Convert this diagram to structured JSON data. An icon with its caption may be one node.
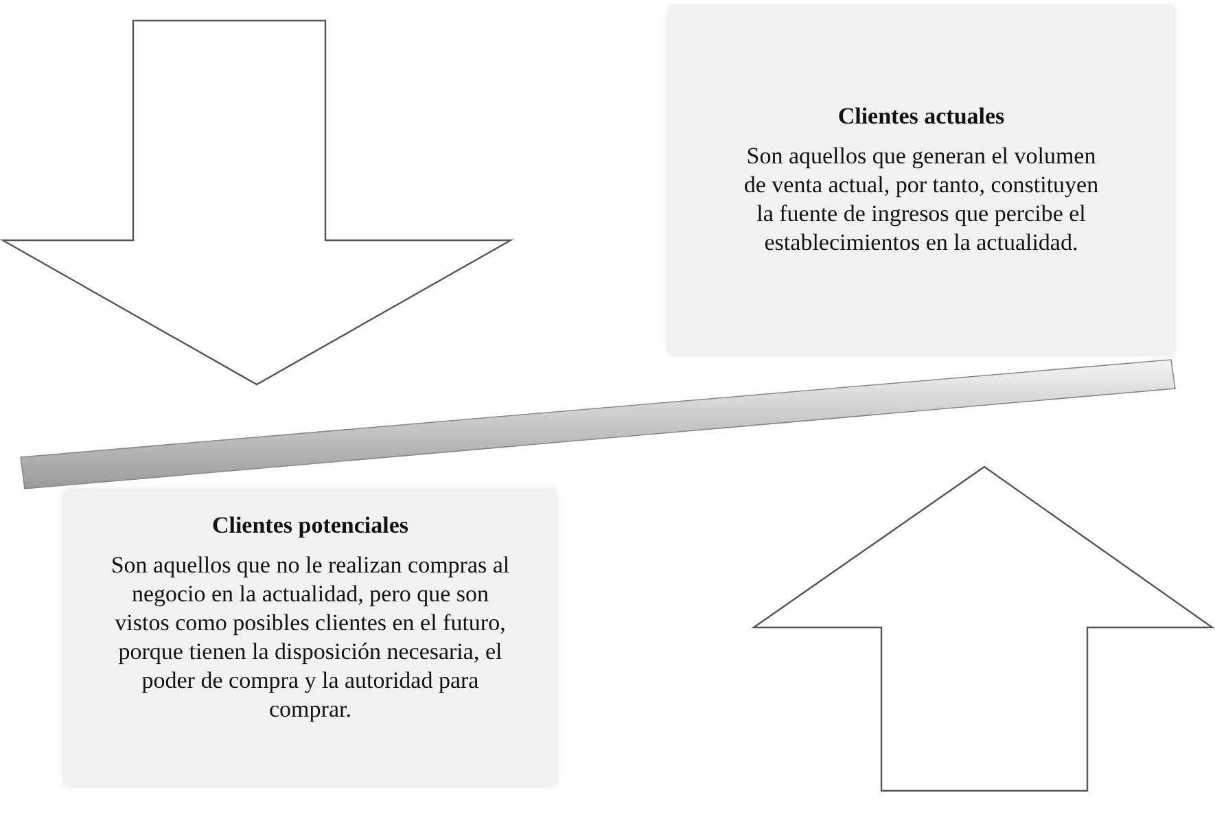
{
  "diagram": {
    "nodes": [
      {
        "text": [
          "Clientes actuales",
          "Son aquellos que generan el volumen de venta actual, por tanto, constituyen la fuente de ingresos que percibe el establecimientos en la actualidad."
        ]
      },
      {
        "text": [
          "Clientes potenciales",
          "Son aquellos que no le realizan compras al negocio en la actualidad, pero que son vistos como posibles clientes en el futuro, porque tienen la disposición necesaria, el poder de compra y la autoridad para comprar."
        ]
      }
    ]
  }
}
